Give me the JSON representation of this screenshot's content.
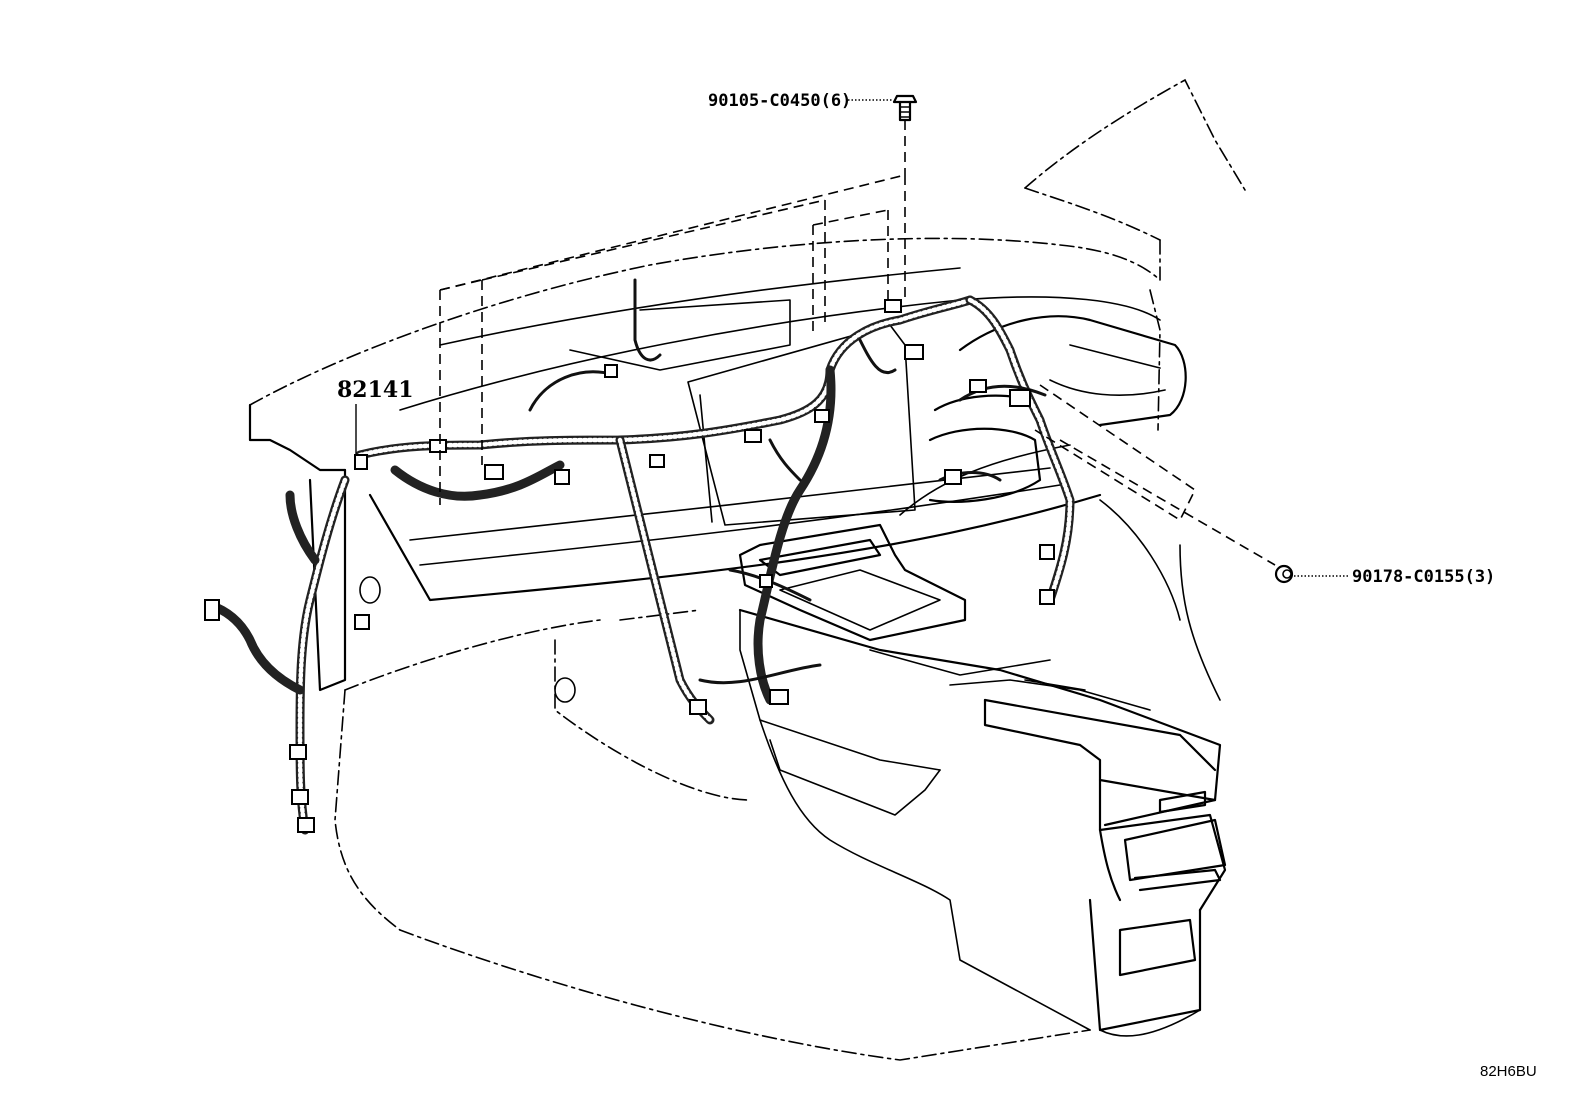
{
  "callouts": {
    "bolt": "90105-C0450(6)",
    "harness": "82141",
    "clip": "90178-C0155(3)"
  },
  "figure_code": "82H6BU",
  "icons": {
    "bolt": "bolt-icon",
    "clip": "clip-nut-icon"
  }
}
